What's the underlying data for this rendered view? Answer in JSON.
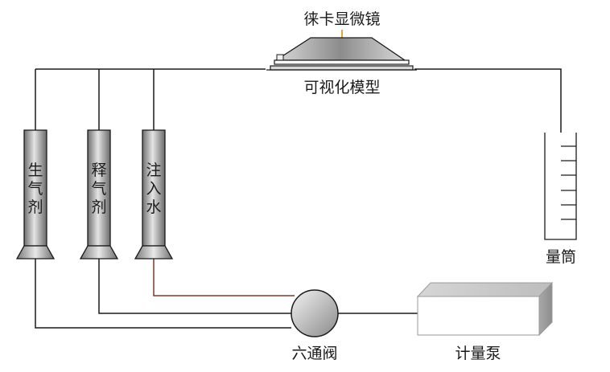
{
  "labels": {
    "microscope": "徕卡显微镜",
    "model": "可视化模型",
    "cylinder": "量筒",
    "valve": "六通阀",
    "pump": "计量泵"
  },
  "containers": [
    {
      "chars": [
        "生",
        "气",
        "剂"
      ]
    },
    {
      "chars": [
        "释",
        "气",
        "剂"
      ]
    },
    {
      "chars": [
        "注",
        "入",
        "水"
      ]
    }
  ],
  "colors": {
    "line": "#1a1a1a",
    "water_line": "#7a3a2a",
    "accent": "#e8a33a"
  }
}
